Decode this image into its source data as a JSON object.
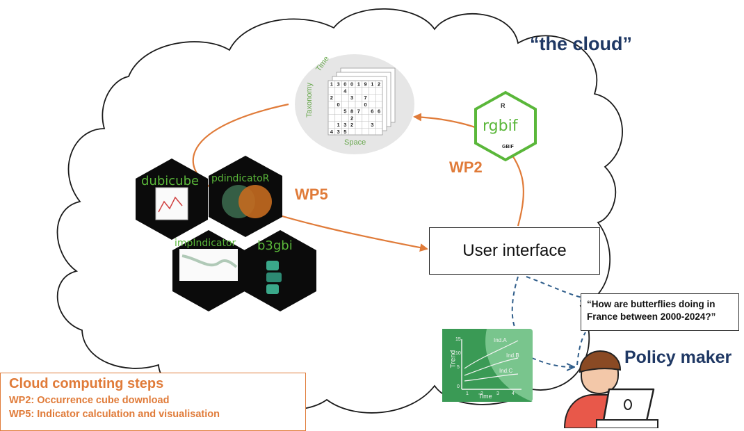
{
  "cloud_label": "“the cloud”",
  "cube": {
    "axis_time": "Time",
    "axis_taxonomy": "Taxonomy",
    "axis_space": "Space",
    "rows": [
      [
        "1",
        "3",
        "0",
        "0",
        "1",
        "9",
        "1",
        "2"
      ],
      [
        "",
        "",
        "4",
        "",
        "",
        "",
        "",
        ""
      ],
      [
        "2",
        "",
        "",
        "3",
        "",
        "7",
        "",
        ""
      ],
      [
        "",
        "0",
        "",
        "",
        "",
        "0",
        "",
        ""
      ],
      [
        "",
        "",
        "5",
        "8",
        "7",
        "",
        "6",
        "6"
      ],
      [
        "",
        "",
        "",
        "2",
        "",
        "",
        "",
        ""
      ],
      [
        "",
        "1",
        "3",
        "2",
        "",
        "",
        "3",
        ""
      ],
      [
        "4",
        "3",
        "5",
        "",
        "",
        "",
        "",
        ""
      ]
    ]
  },
  "rgbif": {
    "name": "rgbif",
    "r_mark": "R",
    "gbif_mark": "GBIF"
  },
  "packages": [
    {
      "name": "dubicube"
    },
    {
      "name": "pdindicatoR"
    },
    {
      "name": "impIndicator"
    },
    {
      "name": "b3gbi"
    }
  ],
  "arrows": {
    "wp5": "WP5",
    "wp2": "WP2"
  },
  "user_interface": "User interface",
  "question": "“How are butterflies doing in France between 2000-2024?”",
  "policy_maker": "Policy maker",
  "trend_chart": {
    "ylabel": "Trend",
    "xlabel": "Time",
    "y_ticks": [
      "15",
      "10",
      "5",
      "0"
    ],
    "x_ticks": [
      "1",
      "2",
      "3",
      "4"
    ],
    "series": [
      "Ind.A",
      "Ind.B",
      "Ind.C"
    ]
  },
  "steps": {
    "title": "Cloud computing steps",
    "items": [
      "WP2: Occurrence cube download",
      "WP5: Indicator calculation and visualisation"
    ]
  },
  "colors": {
    "cloud_label": "#1f3864",
    "orange": "#e07b39",
    "package_green": "#5ab73a",
    "blue_dash": "#2f5d8a",
    "trend_bg": "#3a9a55"
  }
}
